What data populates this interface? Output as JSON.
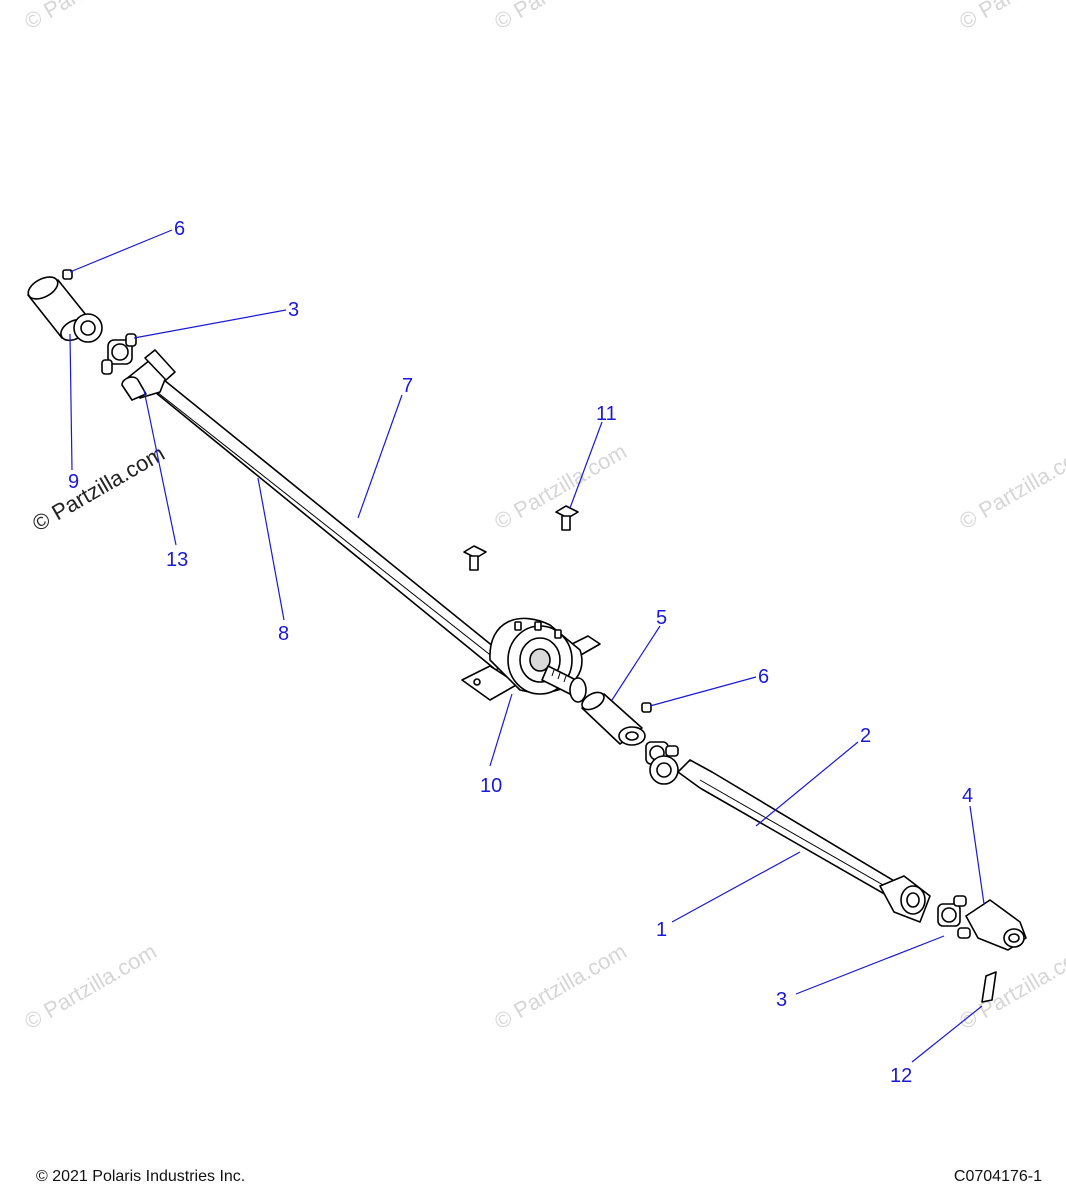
{
  "callouts": [
    {
      "id": "c6a",
      "label": "6"
    },
    {
      "id": "c3a",
      "label": "3"
    },
    {
      "id": "c7",
      "label": "7"
    },
    {
      "id": "c11",
      "label": "11"
    },
    {
      "id": "c9",
      "label": "9"
    },
    {
      "id": "c13",
      "label": "13"
    },
    {
      "id": "c8",
      "label": "8"
    },
    {
      "id": "c5",
      "label": "5"
    },
    {
      "id": "c6b",
      "label": "6"
    },
    {
      "id": "c2",
      "label": "2"
    },
    {
      "id": "c10",
      "label": "10"
    },
    {
      "id": "c4",
      "label": "4"
    },
    {
      "id": "c1",
      "label": "1"
    },
    {
      "id": "c3b",
      "label": "3"
    },
    {
      "id": "c12",
      "label": "12"
    }
  ],
  "watermark": {
    "text": "© Partzilla.com",
    "feature_text": "© Partzilla.com"
  },
  "footer": {
    "copyright": "© 2021 Polaris Industries Inc.",
    "code": "C0704176-1"
  },
  "colors": {
    "callout": "#1a1ad6",
    "line_art": "#000000",
    "watermark": "#d6d6d6"
  }
}
